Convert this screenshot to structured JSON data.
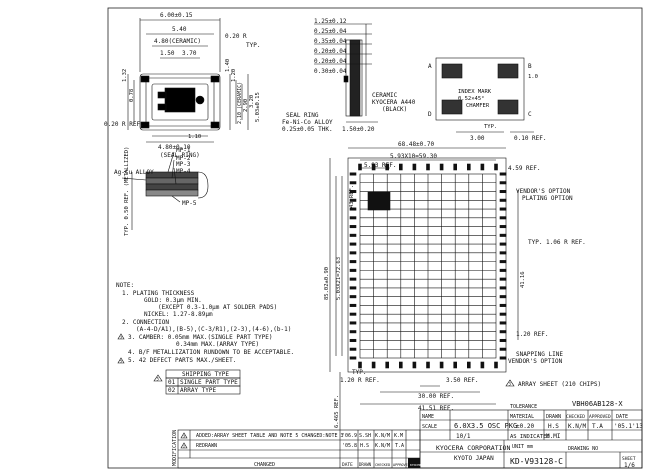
{
  "pkg_top": {
    "dims": [
      "6.00±0.15",
      "5.40",
      "4.80(CERAMIC)",
      "1.50",
      "3.70",
      "0.20 R",
      "TYP.",
      "1.32",
      "0.78",
      "1.40",
      "1.20",
      "2.10 (CERAMIC)",
      "2.90",
      "3.20",
      "5.03±0.15",
      "0.20 R REF.",
      "1.10",
      "4.80±0.10",
      "(SEAL RING)"
    ]
  },
  "pkg_side": {
    "dims": [
      "1.25±0.12",
      "0.25±0.04",
      "0.35±0.04",
      "0.20±0.04",
      "0.20±0.04",
      "0.30±0.04"
    ],
    "ceramic_label": [
      "CERAMIC",
      "KYOCERA A440",
      "(BLACK)"
    ],
    "seal_label": [
      "SEAL RING",
      "Fe-Ni-Co ALLOY",
      "0.25±0.05 THK."
    ],
    "bottom_dim": "1.50±0.20"
  },
  "pkg_bottom": {
    "pads": [
      "A",
      "B",
      "C",
      "D"
    ],
    "dims": [
      "INDEX MARK",
      "0.52×45°",
      "CHAMFER",
      "TYP.",
      "3.00",
      "0.10 REF.",
      "1.0"
    ]
  },
  "detail": {
    "labels": [
      "MP-1",
      "MP-2",
      "MP-3",
      "MP-4",
      "MP-5",
      "Ag-Cu ALLOY"
    ],
    "side_dim": "TYP. 0.50 REF. (METALLIZED)"
  },
  "array": {
    "dims": [
      "68.48±0.70",
      "5.93X10=59.30",
      "5.93 REF.",
      "4.59 REF.",
      "43 REF.",
      "TYP. 1.06 R REF.",
      "41.16",
      "85.02±0.90",
      "5.03X21=72.63",
      "1.20 REF.",
      "TYP.",
      "1.20 R REF.",
      "3.50 REF.",
      "30.00 REF.",
      "41.51 REF.",
      "6.465 REF."
    ],
    "callouts": [
      "VENDOR'S OPTION",
      "PLATING OPTION",
      "SNAPPING LINE",
      "VENDOR'S OPTION"
    ],
    "array_note": "ARRAY SHEET (210 CHIPS)",
    "array_note_num": "3"
  },
  "notes": {
    "header": "NOTE:",
    "lines": [
      "1. PLATING THICKNESS",
      "GOLD:   0.3μm MIN.",
      "(EXCEPT 0.3-1.0μm AT SOLDER PADS)",
      "NICKEL: 1.27-8.89μm",
      "2. CONNECTION",
      "(A-4-D/A1),(B-5),(C-3/R1),(2-3),(4-6),(b-1)",
      "3. CAMBER: 0.05mm MAX.(SINGLE PART TYPE)",
      "0.34mm MAX.(ARRAY TYPE)",
      "4. B/F METALLIZATION RUNDOWN TO BE ACCEPTABLE.",
      "5. 42 DEFECT PARTS MAX./SHEET."
    ],
    "tri3": "3",
    "tri5": "5"
  },
  "ship_table": {
    "header": "SHIPPING TYPE",
    "rows": [
      [
        "01",
        "SINGLE PART TYPE"
      ],
      [
        "02",
        "ARRAY TYPE"
      ]
    ],
    "tri_label": "5"
  },
  "title_block": {
    "part_no": "VBH06AB128-X",
    "name_label": "NAME",
    "name": "6.0X3.5 OSC PKG",
    "scale_label": "SCALE",
    "scale": "10/1",
    "material_label": "MATERIAL",
    "material": "AS INDICATED",
    "tolerance_label": "TOLERANCE",
    "tolerance": "±0.20",
    "unit": "UNIT mm",
    "drawn_label": "DRAWN",
    "checked_label": "CHECKED",
    "approved_label": "APPROVED",
    "date_label": "DATE",
    "drawn_by": "H.S",
    "checked_by": "K.N/M",
    "approved_by": "T.A",
    "date": "'05.1'13",
    "mi_label": "M.MI",
    "company": "KYOCERA CORPORATION",
    "city": "KYOTO JAPAN",
    "drawing_no_label": "DRAWING NO",
    "drawing_no": "KD-V93128-C",
    "sheet_label": "SHEET",
    "sheet": "1/6",
    "logo": "KYOCERA"
  },
  "revisions": {
    "side_label": "MODIFICATION",
    "rows": [
      {
        "tri": "3",
        "text": "ADDED:ARRAY SHEET TABLE AND NOTE 5 CHANGED:NOTE 3",
        "date": "'06.9",
        "by1": "S.SH",
        "by2": "K.N/M",
        "by3": "K.M"
      },
      {
        "tri": "2",
        "text": "REDRAWN",
        "date": "'05.8",
        "by1": "H.S",
        "by2": "K.N/M",
        "by3": "T.A"
      }
    ],
    "footer": [
      "CHANGED",
      "DATE",
      "DRAWN",
      "CHECKED",
      "APPROVED"
    ]
  }
}
